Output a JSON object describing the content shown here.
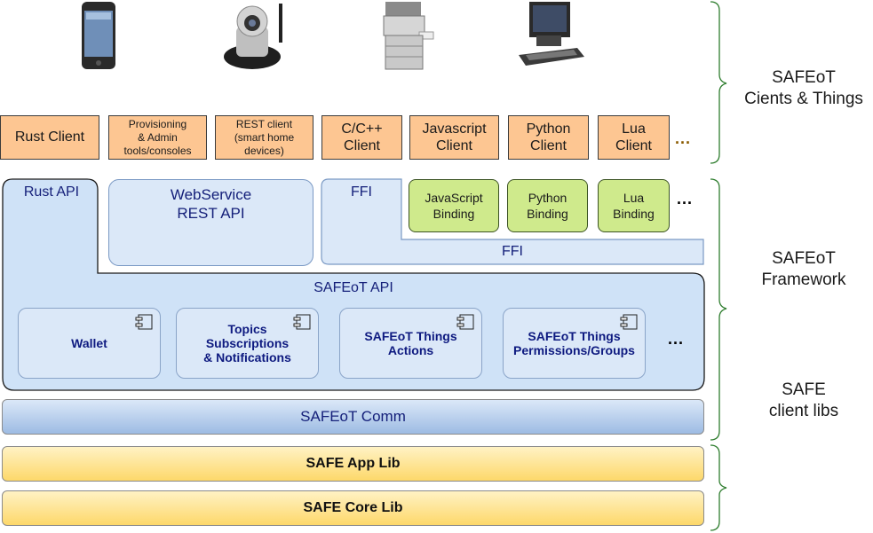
{
  "clients": [
    {
      "label": "Rust Client",
      "size": "big"
    },
    {
      "label": "Provisioning\n& Admin\ntools/consoles",
      "size": "small"
    },
    {
      "label": "REST client\n(smart home\ndevices)",
      "size": "small"
    },
    {
      "label": "C/C++\nClient",
      "size": "big"
    },
    {
      "label": "Javascript\nClient",
      "size": "big"
    },
    {
      "label": "Python\nClient",
      "size": "big"
    },
    {
      "label": "Lua\nClient",
      "size": "big"
    }
  ],
  "clients_more": "...",
  "devices": [
    "smartphone-icon",
    "ip-camera-icon",
    "printer-copier-icon",
    "desktop-computer-icon"
  ],
  "framework": {
    "rust_api": "Rust API",
    "webservice": "WebService\nREST API",
    "ffi_top": "FFI",
    "ffi_bar": "FFI",
    "bindings": [
      "JavaScript\nBinding",
      "Python\nBinding",
      "Lua\nBinding"
    ],
    "bindings_more": "...",
    "safeot_api": "SAFEoT API",
    "components": [
      "Wallet",
      "Topics\nSubscriptions\n& Notifications",
      "SAFEoT Things\nActions",
      "SAFEoT Things\nPermissions/Groups"
    ],
    "components_more": "...",
    "comm": "SAFEoT Comm"
  },
  "libs": {
    "app": "SAFE App Lib",
    "core": "SAFE Core Lib"
  },
  "right_labels": {
    "clients": "SAFEoT\nCients & Things",
    "framework": "SAFEoT\nFramework",
    "libs": "SAFE\nclient libs"
  },
  "colors": {
    "client_fill": "#fdc692",
    "binding_fill": "#cfea8c",
    "api_fill": "#dbe8f8",
    "api_text": "#15207a",
    "lib_fill": "#fde49a",
    "brace": "#2e7d2e"
  }
}
